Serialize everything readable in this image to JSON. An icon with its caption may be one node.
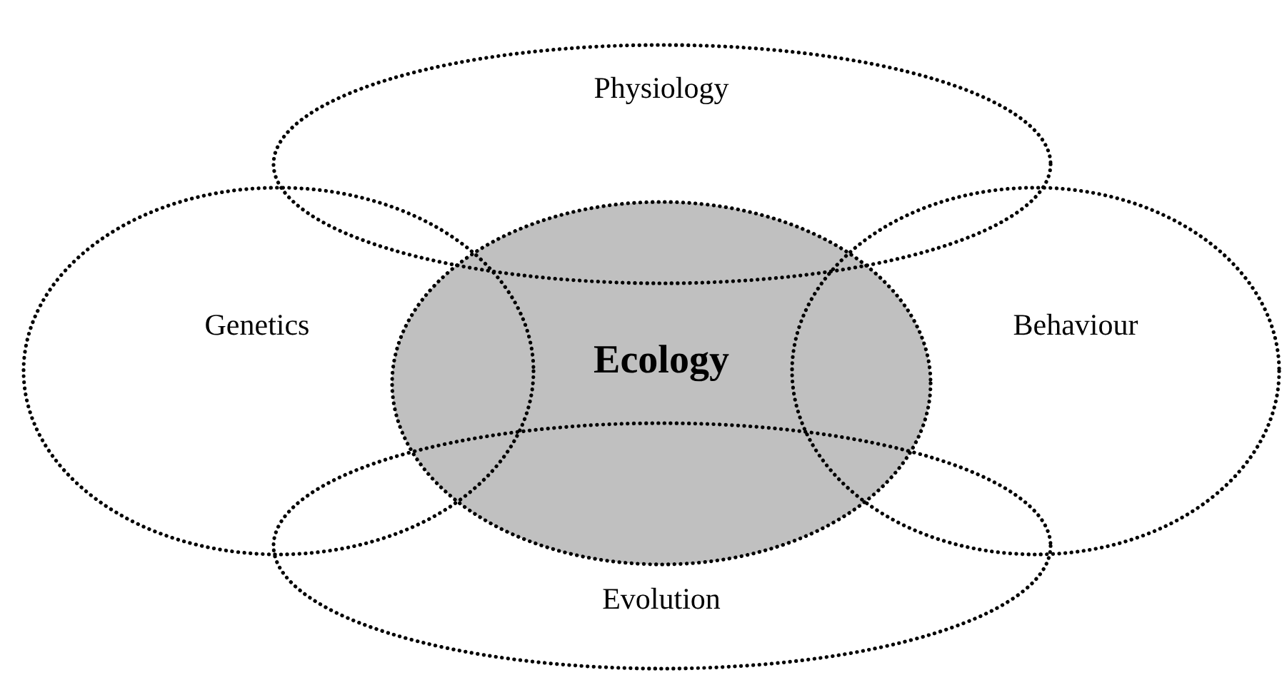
{
  "diagram": {
    "nodes": [
      {
        "text": [
          "Physiology"
        ]
      },
      {
        "text": [
          "Genetics"
        ]
      },
      {
        "text": [
          "Ecology"
        ]
      },
      {
        "text": [
          "Behaviour"
        ]
      },
      {
        "text": [
          "Evolution"
        ]
      }
    ]
  }
}
